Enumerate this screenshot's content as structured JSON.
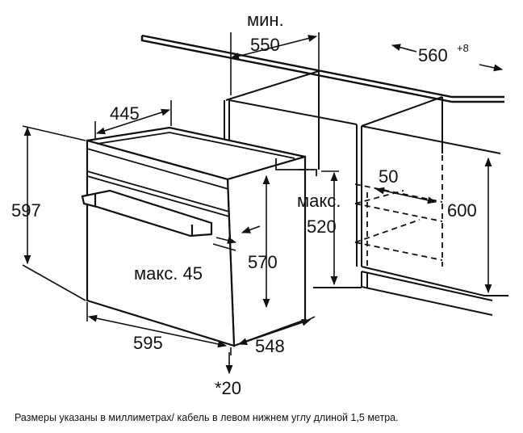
{
  "labels": {
    "min_word": "мин.",
    "depth_min": "550",
    "niche_width": "560",
    "niche_width_tol": "+8",
    "oven_depth_top": "445",
    "oven_height": "597",
    "vent_gap": "50",
    "max_word": "макс.",
    "cut_depth_max": "520",
    "niche_height": "600",
    "front_max": "макс. 45",
    "front_height": "570",
    "oven_width": "595",
    "oven_depth": "548",
    "bottom_note": "*20"
  },
  "caption": "Размеры указаны в миллиметрах/ кабель в левом нижнем углу длиной 1,5 метра.",
  "colors": {
    "line": "#111111",
    "background": "#ffffff"
  }
}
